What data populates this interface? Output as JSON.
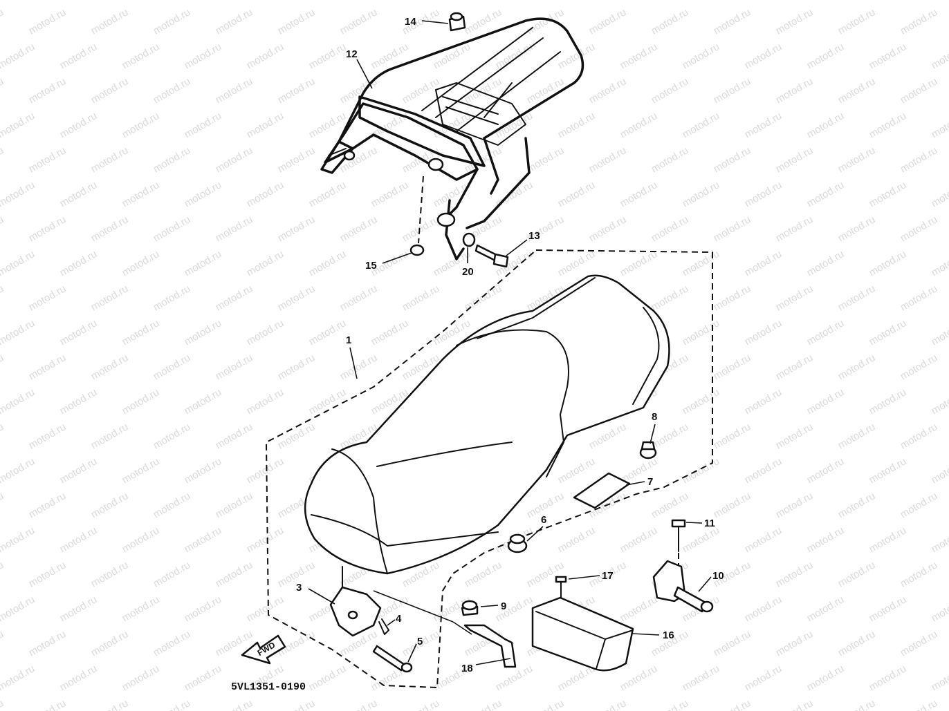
{
  "watermark": "motod.ru",
  "drawing_code": "5VL1351-0190",
  "direction_label": "FWD",
  "parts": [
    {
      "id": "seat",
      "number": "1"
    },
    {
      "id": "hinge-bracket",
      "number": "3"
    },
    {
      "id": "clip",
      "number": "4"
    },
    {
      "id": "pin",
      "number": "5"
    },
    {
      "id": "damper-6",
      "number": "6"
    },
    {
      "id": "label-plate",
      "number": "7"
    },
    {
      "id": "damper-8",
      "number": "8"
    },
    {
      "id": "nut-9",
      "number": "9"
    },
    {
      "id": "seat-lock",
      "number": "10"
    },
    {
      "id": "bolt-11",
      "number": "11"
    },
    {
      "id": "carrier",
      "number": "12"
    },
    {
      "id": "bolt-13",
      "number": "13"
    },
    {
      "id": "nut-14",
      "number": "14"
    },
    {
      "id": "collar-15",
      "number": "15"
    },
    {
      "id": "storage-box",
      "number": "16"
    },
    {
      "id": "screw-17",
      "number": "17"
    },
    {
      "id": "stay-18",
      "number": "18"
    },
    {
      "id": "washer-20",
      "number": "20"
    }
  ]
}
